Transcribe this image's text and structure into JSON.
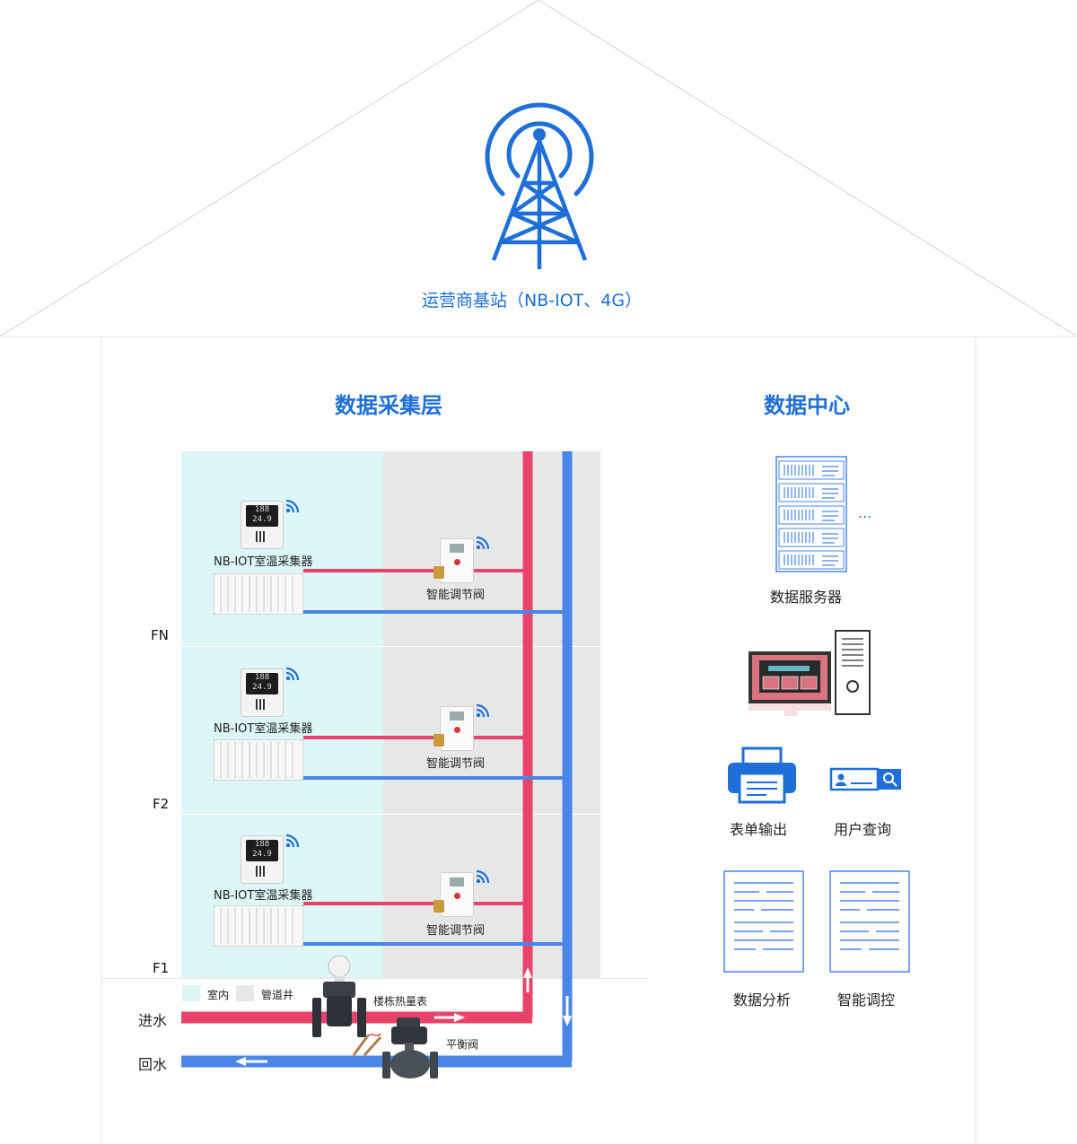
{
  "station": {
    "label": "运营商基站（NB-IOT、4G）",
    "icon": "cell-tower-icon",
    "color": "#1e6fd8"
  },
  "sections": {
    "collection": "数据采集层",
    "center": "数据中心"
  },
  "floors": [
    {
      "name": "FN",
      "collector": "NB-IOT室温采集器",
      "valve": "智能调节阀",
      "display_top": "188",
      "display_bottom": "24.9"
    },
    {
      "name": "F2",
      "collector": "NB-IOT室温采集器",
      "valve": "智能调节阀",
      "display_top": "188",
      "display_bottom": "24.9"
    },
    {
      "name": "F1",
      "collector": "NB-IOT室温采集器",
      "valve": "智能调节阀",
      "display_top": "188",
      "display_bottom": "24.9"
    }
  ],
  "legend": {
    "indoor": "室内",
    "shaft": "管道井"
  },
  "pipes": {
    "inlet": "进水",
    "return": "回水",
    "heat_meter": "楼栋热量表",
    "balance_valve": "平衡阀",
    "supply_color": "#e8436a",
    "return_color": "#4a86e8"
  },
  "colors": {
    "indoor_bg": "#dcf7f6",
    "shaft_bg": "#e6e8e8",
    "accent": "#1e6fd8"
  },
  "data_center": {
    "server": "数据服务器",
    "ellipsis": "...",
    "items": [
      {
        "label": "表单输出",
        "icon": "printer-icon"
      },
      {
        "label": "用户查询",
        "icon": "user-search-icon"
      },
      {
        "label": "数据分析",
        "icon": "document-icon"
      },
      {
        "label": "智能调控",
        "icon": "document-icon"
      }
    ]
  }
}
